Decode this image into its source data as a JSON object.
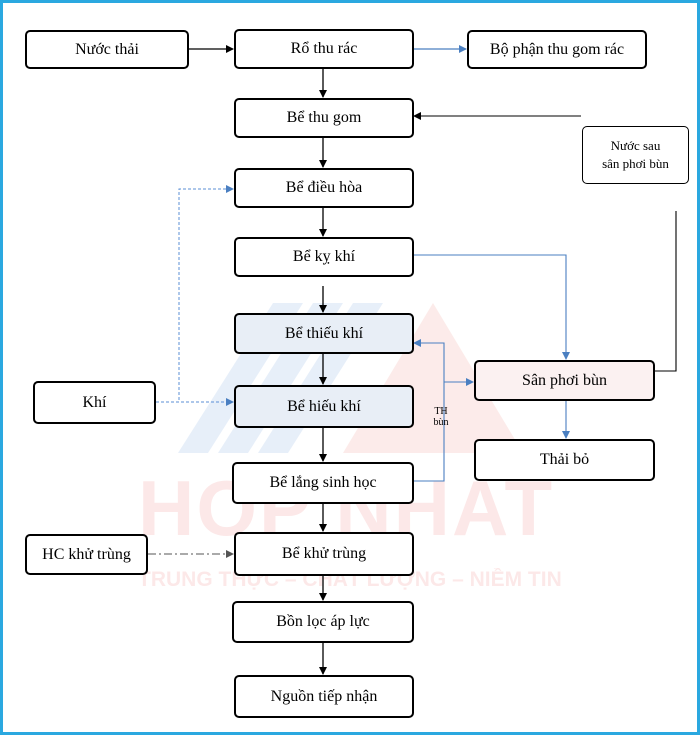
{
  "watermark": {
    "brand": "HOP NHAT",
    "slogan": "TRUNG THỰC – CHẤT LƯỢNG – NIỀM TIN",
    "colors": {
      "red": "#e53935",
      "blue": "#1565c0"
    }
  },
  "nodes": {
    "nuoc_thai": "Nước thải",
    "ro_thu_rac": "Rổ thu rác",
    "bo_phan_thu_gom_rac": "Bộ phận thu gom rác",
    "be_thu_gom": "Bể thu gom",
    "nuoc_sau_line1": "Nước sau",
    "nuoc_sau_line2": "sân phơi bùn",
    "be_dieu_hoa": "Bể điều hòa",
    "be_ky_khi": "Bể kỵ khí",
    "be_thieu_khi": "Bể thiếu khí",
    "khi": "Khí",
    "be_hieu_khi": "Bể hiếu khí",
    "san_phoi_bun": "Sân phơi bùn",
    "thai_bo": "Thải bỏ",
    "be_lang_sinh_hoc": "Bể lắng sinh học",
    "hc_khu_trung": "HC khử trùng",
    "be_khu_trung": "Bể khử trùng",
    "bon_loc_ap_luc": "Bồn lọc áp lực",
    "nguon_tiep_nhan": "Nguồn tiếp nhận"
  },
  "labels": {
    "th_bun_line1": "TH",
    "th_bun_line2": "bùn"
  },
  "colors": {
    "frame": "#2aa8e0",
    "arrow": "#000000",
    "blue_arrow": "#4a7fc1",
    "dashed_arrow": "#5b8fd6"
  }
}
